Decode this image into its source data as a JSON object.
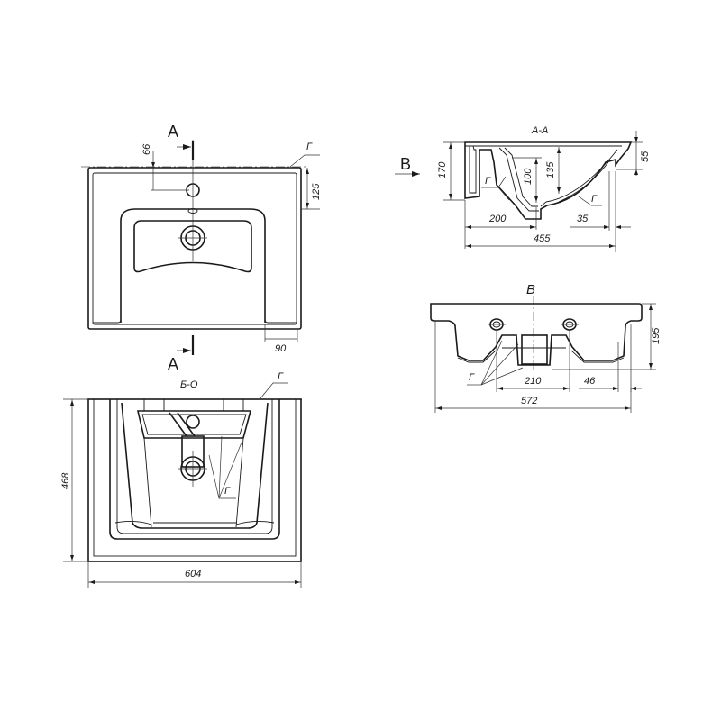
{
  "drawing": {
    "subject": "washbasin technical drawing",
    "views": {
      "top": {
        "section_marker": "A",
        "dimensions": {
          "tap_hole_offset": "66",
          "depth_to_bowl": "125",
          "side_ledge": "90"
        },
        "glaze_mark": "Г"
      },
      "bottom": {
        "label": "Б-О",
        "dimensions": {
          "height": "468",
          "width": "604"
        },
        "glaze_mark": "Г"
      },
      "section_aa": {
        "title": "А-А",
        "view_arrow": "B",
        "dimensions": {
          "total_height": "170",
          "inner_depth_drain": "100",
          "bowl_depth": "135",
          "rim": "55",
          "to_drain": "200",
          "rear_ledge": "35",
          "total_depth": "455"
        },
        "glaze_marks": [
          "Г",
          "Г"
        ]
      },
      "view_b": {
        "title": "B",
        "dimensions": {
          "height": "195",
          "mount_hole_spacing": "210",
          "side_offset": "46",
          "overall_width": "572"
        },
        "glaze_mark": "Г"
      }
    }
  }
}
